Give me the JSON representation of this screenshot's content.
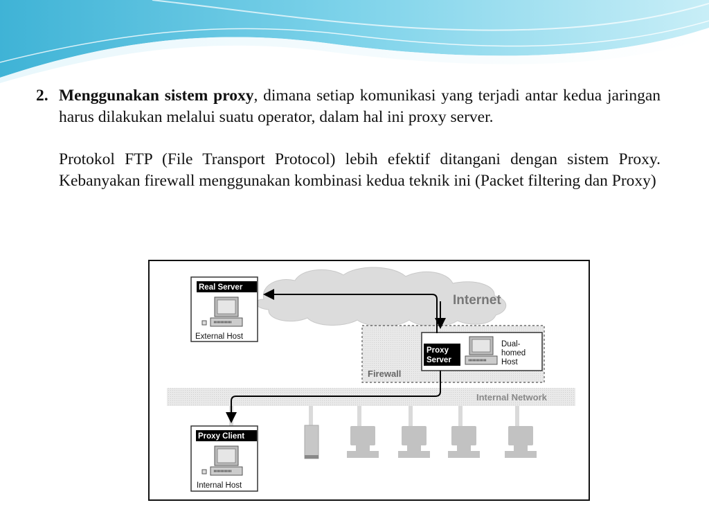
{
  "slide": {
    "item_number": "2.",
    "para1_bold": "Menggunakan sistem proxy",
    "para1_rest": ", dimana setiap komunikasi yang terjadi antar kedua jaringan harus dilakukan melalui suatu operator, dalam hal ini proxy server.",
    "para2": "Protokol FTP (File Transport Protocol) lebih efektif ditangani dengan sistem Proxy. Kebanyakan firewall menggunakan kombinasi kedua teknik ini (Packet filtering dan Proxy)"
  },
  "diagram": {
    "internet_label": "Internet",
    "firewall_label": "Firewall",
    "internal_network_label": "Internal Network",
    "real_server": {
      "title": "Real Server",
      "caption": "External Host"
    },
    "proxy_server": {
      "title_line1": "Proxy",
      "title_line2": "Server"
    },
    "dual_homed": {
      "line1": "Dual-",
      "line2": "homed",
      "line3": "Host"
    },
    "proxy_client": {
      "title": "Proxy Client",
      "caption": "Internal Host"
    }
  }
}
